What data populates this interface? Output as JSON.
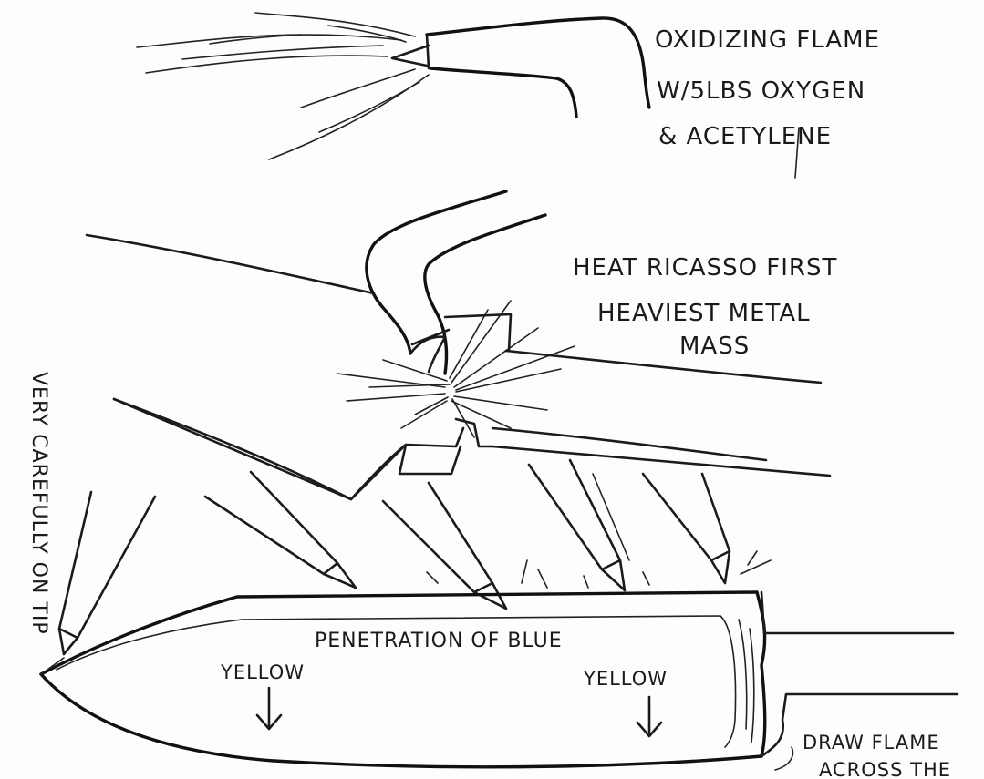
{
  "labels": {
    "flame_title": "OXIDIZING FLAME",
    "flame_line2": "W/5LBS OXYGEN",
    "flame_line3": "& ACETYLENE",
    "ricasso_line1": "HEAT RICASSO FIRST",
    "ricasso_line2": "HEAVIEST METAL",
    "ricasso_line3": "MASS",
    "tip_note": "VERY CAREFULLY ON TIP",
    "penetration": "PENETRATION OF BLUE",
    "yellow_left": "YELLOW",
    "yellow_right": "YELLOW",
    "draw_line1": "DRAW FLAME",
    "draw_line2": "ACROSS THE"
  },
  "colors": {
    "ink": "#1b1b1b",
    "paper": "#fdfdfb"
  }
}
